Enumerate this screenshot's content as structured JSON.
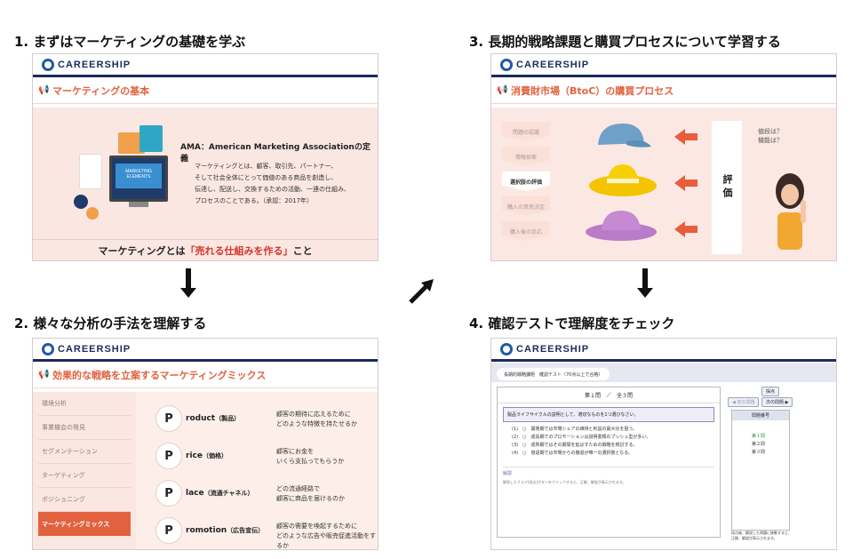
{
  "steps": [
    {
      "title": "1. まずはマーケティングの基礎を学ぶ"
    },
    {
      "title": "2. 様々な分析の手法を理解する"
    },
    {
      "title": "3. 長期的戦略課題と購買プロセスについて学習する"
    },
    {
      "title": "4. 確認テストで理解度をチェック"
    }
  ],
  "brand": {
    "logo_text": "CAREERSHIP",
    "accent": "#e2623f",
    "navy": "#1b2b5c"
  },
  "slide1": {
    "heading": "マーケティングの基本",
    "monitor_text": "MARKETING ELEMENTS",
    "ama_title": "AMA：American Marketing Associationの定義",
    "ama_body": "マーケティングとは、顧客、取引先、パートナー、\nそして社会全体にとって価値のある商品を創造し、\n伝達し、配送し、交換するための活動、一連の仕組み、\nプロセスのことである。（承認：2017年）",
    "footer_prefix": "マーケティングとは",
    "footer_highlight": "「売れる仕組みを作る」",
    "footer_suffix": "こと"
  },
  "slide2": {
    "heading": "効果的な戦略を立案するマーケティングミックス",
    "side_items": [
      "環境分析",
      "事業機会の発見",
      "セグメンテーション",
      "ターゲティング",
      "ポジショニング",
      "マーケティングミックス"
    ],
    "rows": [
      {
        "letter": "P",
        "label": "roduct",
        "note": "（製品）",
        "desc": "顧客の期待に応えるために\nどのような特徴を持たせるか"
      },
      {
        "letter": "P",
        "label": "rice",
        "note": "（価格）",
        "desc": "顧客にお金を\nいくら支払ってもらうか"
      },
      {
        "letter": "P",
        "label": "lace",
        "note": "（流通チャネル）",
        "desc": "どの流通経路で\n顧客に商品を届けるのか"
      },
      {
        "letter": "P",
        "label": "romotion",
        "note": "（広告宣伝）",
        "desc": "顧客の需要を喚起するために\nどのような広告や販売促進活動をするか"
      }
    ]
  },
  "slide3": {
    "heading": "消費財市場（BtoC）の購買プロセス",
    "process_steps": [
      "問題の認識",
      "情報探索",
      "選択肢の評価",
      "購入の意思決定",
      "購入後の反応"
    ],
    "eval_label": "評価",
    "thought": "値段は？\n機能は？"
  },
  "slide4": {
    "tab_label": "長期的戦略課題　確認テスト（70点以上で合格）",
    "q_head": "第１問　／　全３問",
    "question": "製品ライフサイクルの説明として、適切なものを1つ選びなさい。",
    "options": [
      "(1)　○　開発期では市場シェアの維持と利益の最大化を狙う。",
      "(2)　○　成長期でのプロモーションは説明書類のプッシュ型が多い。",
      "(3)　○　成熟期ではその期間を延ばすための戦略を検討する。",
      "(4)　○　衰退期では市場からの撤退が唯一の選択肢となる。"
    ],
    "expl_label": "解説",
    "expl_body": "解答したうえで[採点]ボタンをクリックすると、正解、解説が表示されます。",
    "score_button": "採点",
    "prev_button": "◀ 前の問題",
    "next_button": "次の問題 ▶",
    "list_head": "問題番号",
    "list_items": [
      "第１問",
      "第２問",
      "第３問"
    ],
    "note": "採点後、解説した問題に移動すると、\n正解、解説が表示されます。"
  }
}
